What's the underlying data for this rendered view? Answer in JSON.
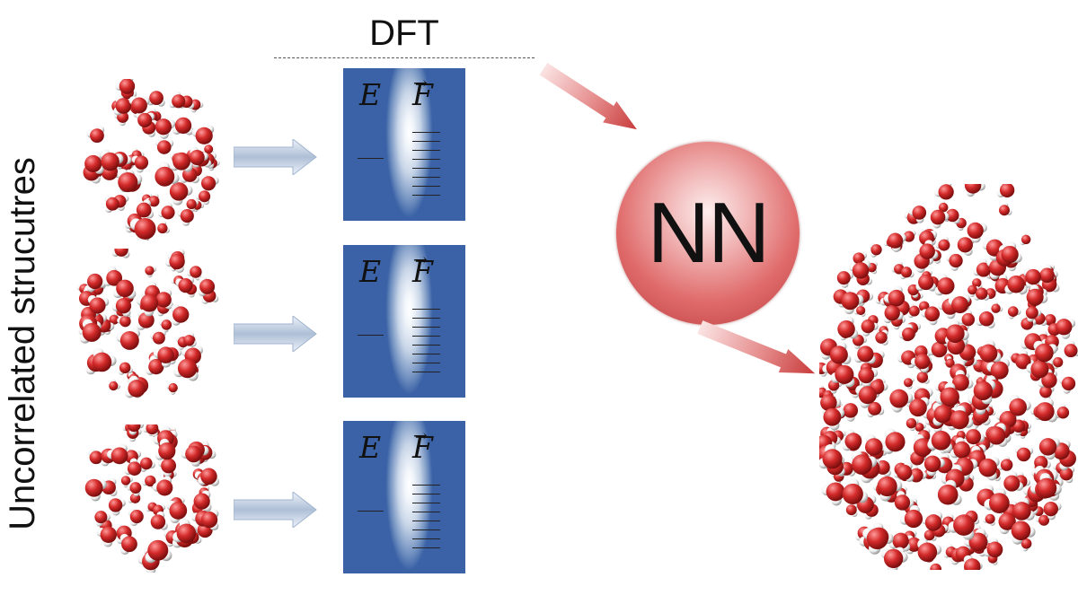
{
  "side_label": "Uncorrelated strucutres",
  "dft_label": "DFT",
  "card_symbols": {
    "energy": "E",
    "force": "F",
    "force_vector_mark": "→"
  },
  "nn_label": "NN",
  "colors": {
    "oxygen": "#d42a2a",
    "hydrogen": "#f2f2f2",
    "card_blue": "#3b62a6",
    "nn_red": "#d85a5a",
    "blue_arrow": "#aebfd6"
  }
}
